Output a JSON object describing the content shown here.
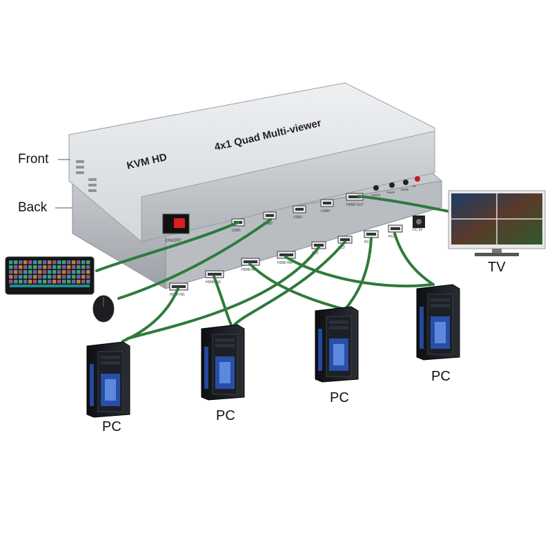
{
  "labels": {
    "front": "Front",
    "back": "Back",
    "tv": "TV",
    "pc": [
      "PC",
      "PC",
      "PC",
      "PC"
    ]
  },
  "device": {
    "brand_text": "KVM HD",
    "model_text": "4x1 Quad Multi-viewer",
    "front_ports": [
      "USB1",
      "USB2",
      "USB3",
      "USB4",
      "HDMI OUT"
    ],
    "front_buttons": [
      "Switch",
      "Mode",
      "Mode",
      "IR"
    ],
    "power_label": "ON/OFF",
    "back_ports": [
      "HDMI IN1",
      "HDMI IN2",
      "HDMI IN3",
      "HDMI IN4",
      "PC1",
      "PC2",
      "PC3",
      "PC4",
      "DC 5V"
    ]
  },
  "colors": {
    "cable": "#2f7a3c",
    "device_body": "#c9ccd0",
    "device_top": "#e3e5e8",
    "pc_body": "#15181d",
    "pc_accent": "#2d5fd6"
  },
  "icons": {
    "keyboard": "keyboard-icon",
    "mouse": "mouse-icon",
    "tv": "tv-icon",
    "pc": "pc-tower-icon"
  }
}
